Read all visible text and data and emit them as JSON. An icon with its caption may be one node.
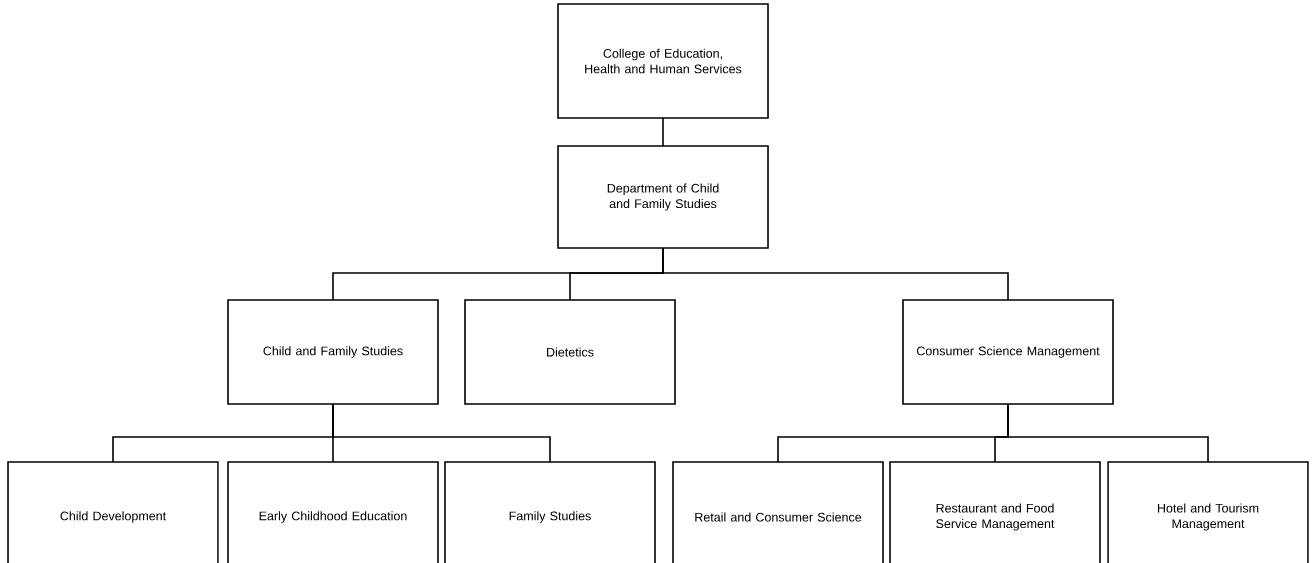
{
  "diagram": {
    "nodes": [
      {
        "text": [
          "College of Education, Health and Human Services"
        ]
      },
      {
        "text": [
          "Department of Child and Family Studies"
        ]
      },
      {
        "text": [
          "Child and Family Studies"
        ]
      },
      {
        "text": [
          "Dietetics"
        ]
      },
      {
        "text": [
          "Consumer Science Management"
        ]
      },
      {
        "text": [
          "Child Development"
        ]
      },
      {
        "text": [
          "Early Childhood Education"
        ]
      },
      {
        "text": [
          "Family Studies"
        ]
      },
      {
        "text": [
          "Retail and Consumer Science"
        ]
      },
      {
        "text": [
          "Restaurant and Food Service Management"
        ]
      },
      {
        "text": [
          "Hotel and Tourism Management"
        ]
      }
    ],
    "edges": [
      {
        "from": 0,
        "to": 1,
        "arrow": "none"
      },
      {
        "from": 1,
        "to": 2,
        "arrow": "none"
      },
      {
        "from": 1,
        "to": 3,
        "arrow": "none"
      },
      {
        "from": 1,
        "to": 4,
        "arrow": "none"
      },
      {
        "from": 2,
        "to": 5,
        "arrow": "none"
      },
      {
        "from": 2,
        "to": 6,
        "arrow": "none"
      },
      {
        "from": 2,
        "to": 7,
        "arrow": "none"
      },
      {
        "from": 4,
        "to": 8,
        "arrow": "none"
      },
      {
        "from": 4,
        "to": 9,
        "arrow": "none"
      },
      {
        "from": 4,
        "to": 10,
        "arrow": "none"
      }
    ]
  }
}
